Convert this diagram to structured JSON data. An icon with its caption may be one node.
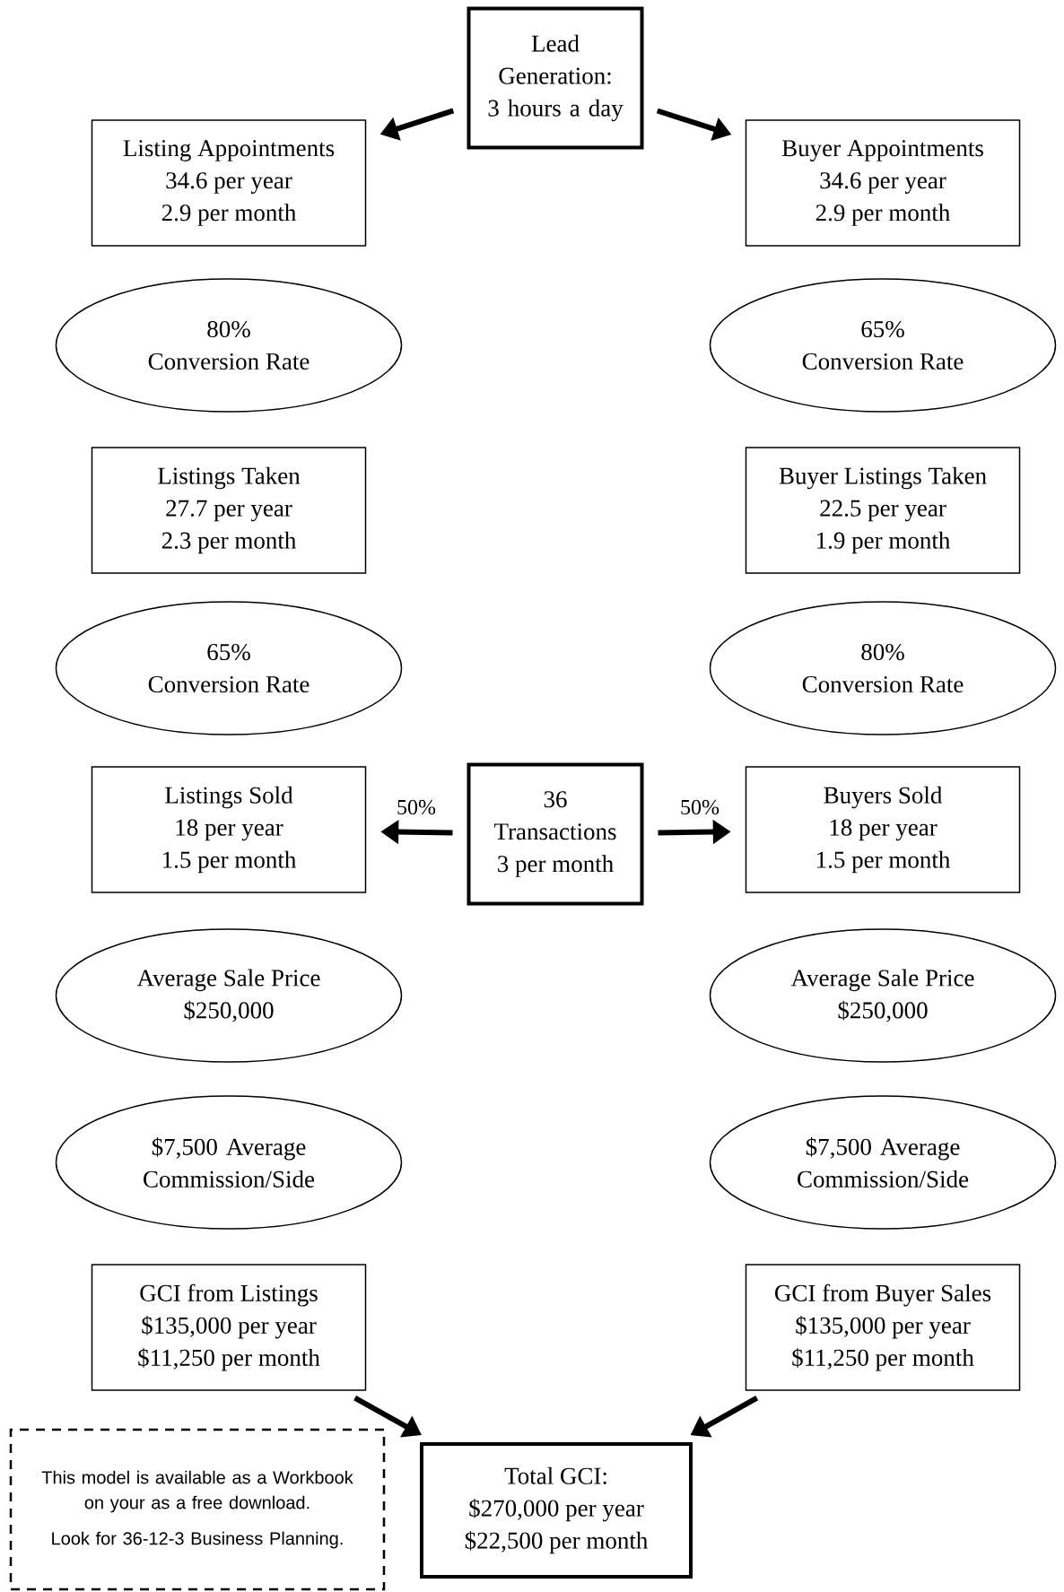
{
  "diagram": {
    "nodes": [
      {
        "text": [
          "Lead Generation:",
          "3 hours a day"
        ]
      },
      {
        "text": [
          "Listing Appointments",
          "34.6 per year",
          "2.9 per month"
        ]
      },
      {
        "text": [
          "Buyer Appointments",
          "34.6 per year",
          "2.9 per month"
        ]
      },
      {
        "text": [
          "80%",
          "Conversion Rate"
        ]
      },
      {
        "text": [
          "65%",
          "Conversion Rate"
        ]
      },
      {
        "text": [
          "Listings Taken",
          "27.7 per year",
          "2.3 per month"
        ]
      },
      {
        "text": [
          "Buyer Listings Taken",
          "22.5 per year",
          "1.9 per month"
        ]
      },
      {
        "text": [
          "65%",
          "Conversion Rate"
        ]
      },
      {
        "text": [
          "80%",
          "Conversion Rate"
        ]
      },
      {
        "text": [
          "Listings Sold",
          "18 per year",
          "1.5 per month"
        ]
      },
      {
        "text": [
          "36",
          "Transactions",
          "3 per month"
        ]
      },
      {
        "text": [
          "Buyers Sold",
          "18 per year",
          "1.5 per month"
        ]
      },
      {
        "text": [
          "Average Sale Price",
          "$250,000"
        ]
      },
      {
        "text": [
          "Average Sale Price",
          "$250,000"
        ]
      },
      {
        "text": [
          "$7,500 Average Commission/Side"
        ]
      },
      {
        "text": [
          "$7,500 Average Commission/Side"
        ]
      },
      {
        "text": [
          "GCI from Listings",
          "$135,000 per year",
          "$11,250 per month"
        ]
      },
      {
        "text": [
          "GCI from Buyer Sales",
          "$135,000 per year",
          "$11,250 per month"
        ]
      },
      {
        "text": [
          "This model is available as a Workbook on your as a free download.",
          "Look for 36-12-3 Business Planning."
        ]
      },
      {
        "text": [
          "Total GCI:",
          "$270,000 per year",
          "$22,500 per month"
        ]
      }
    ],
    "edges": [
      {
        "from": 0,
        "to": 1,
        "arrow": "to"
      },
      {
        "from": 0,
        "to": 2,
        "arrow": "to"
      },
      {
        "from": 10,
        "to": 9,
        "arrow": "to",
        "label": "50%"
      },
      {
        "from": 10,
        "to": 11,
        "arrow": "to",
        "label": "50%"
      },
      {
        "from": 16,
        "to": 19,
        "arrow": "to"
      },
      {
        "from": 17,
        "to": 19,
        "arrow": "to"
      }
    ]
  }
}
